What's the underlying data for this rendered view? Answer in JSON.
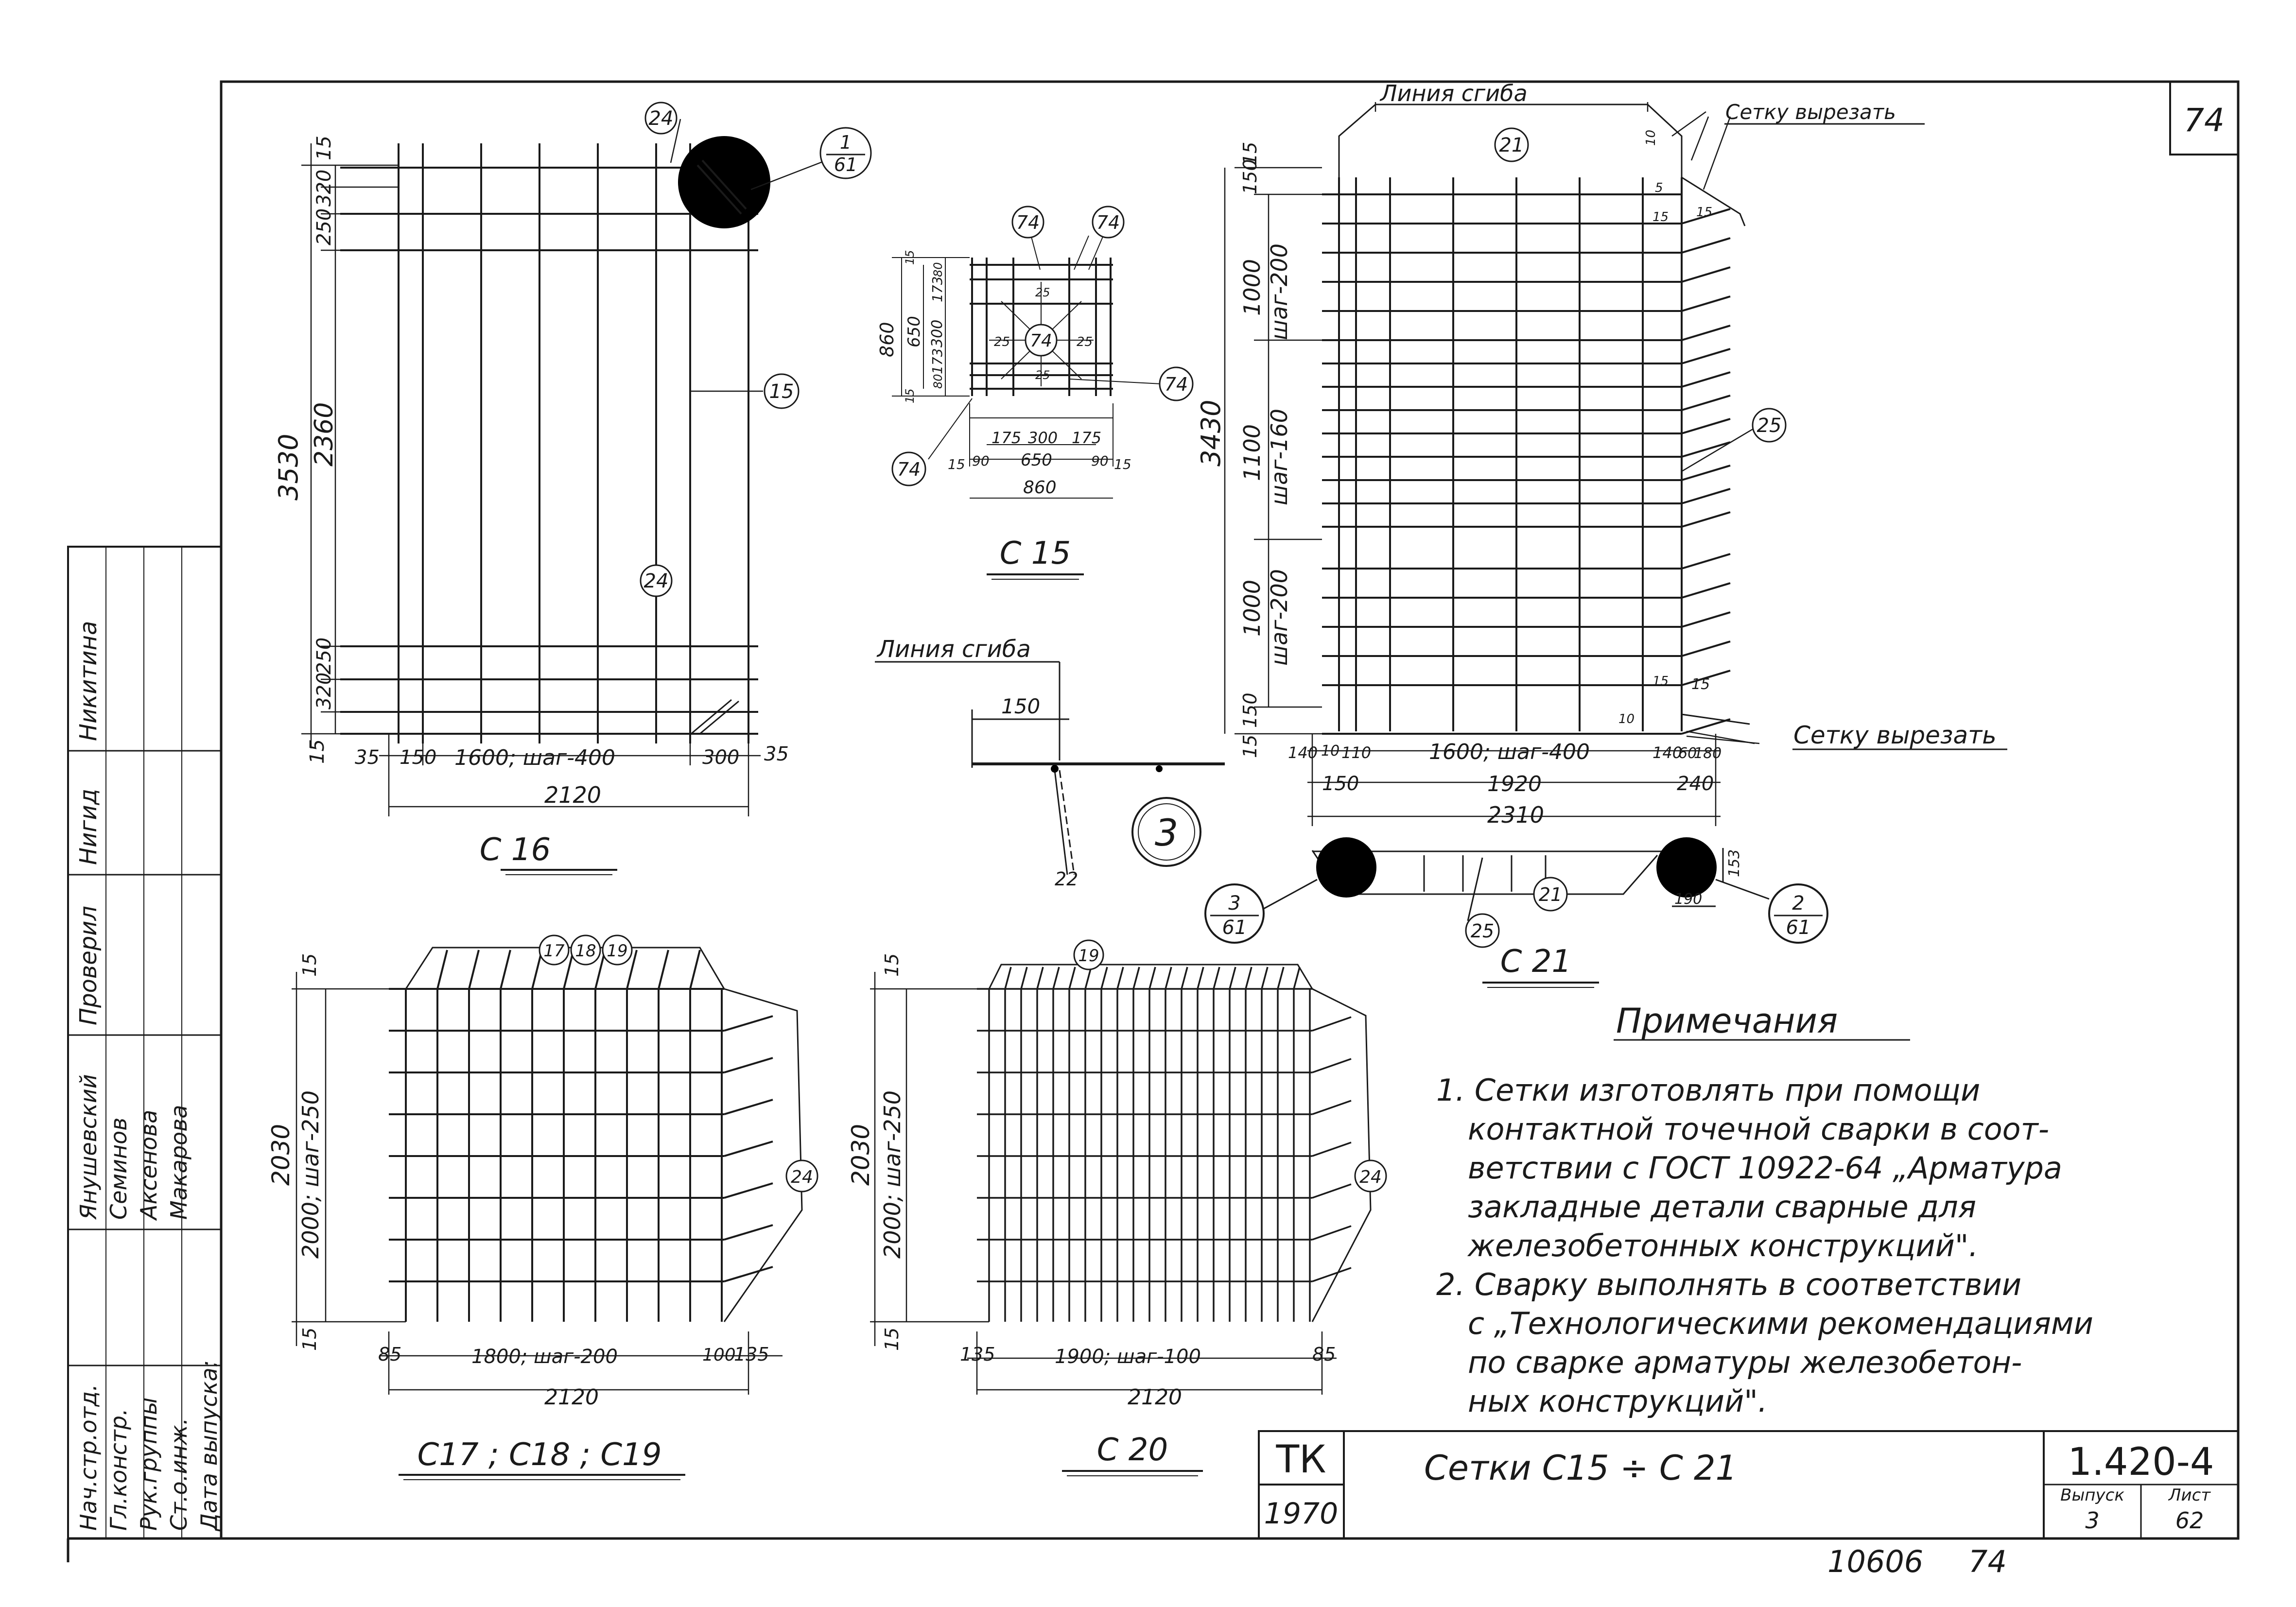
{
  "sheet": {
    "page_number": "74",
    "archive_number": "10606",
    "archive_page": "74"
  },
  "c16": {
    "title": "С 16",
    "dims_left": [
      "15",
      "320",
      "250",
      "2360",
      "250",
      "320",
      "15"
    ],
    "overall_height": "3530",
    "dims_bottom": [
      "35",
      "150",
      "1600; шаг-400",
      "300",
      "35"
    ],
    "overall_width": "2120",
    "callouts": [
      "24",
      "15",
      "24"
    ],
    "detail_ref": {
      "top": "1",
      "bottom": "61"
    }
  },
  "c15": {
    "title": "С 15",
    "callouts": [
      "74",
      "74",
      "74",
      "74",
      "74"
    ],
    "dims_left": [
      "15",
      "80",
      "173",
      "300",
      "173",
      "80",
      "15"
    ],
    "dims_mid": "650",
    "overall_height": "860",
    "dims_bottom": [
      "15",
      "90",
      "175",
      "300",
      "175",
      "90",
      "15"
    ],
    "dims_mid_bottom": "650",
    "overall_width": "860",
    "inner_labels": [
      "25",
      "25",
      "25",
      "25"
    ]
  },
  "bend": {
    "label": "Линия сгиба",
    "dim": "150",
    "callout_small": "22",
    "node": "3"
  },
  "c21": {
    "title": "С 21",
    "bend_label": "Линия сгиба",
    "cut_label_top": "Сетку вырезать",
    "cut_label_bottom": "Сетку вырезать",
    "callout_top": "21",
    "callout_side": "25",
    "dims_left": [
      "15",
      "150",
      "1000",
      "шаг-200",
      "1100",
      "шаг-160",
      "1000",
      "шаг-200",
      "150",
      "15"
    ],
    "overall_height": "3430",
    "dims_bottom": [
      "140",
      "10",
      "110",
      "1600; шаг-400",
      "140",
      "60",
      "180"
    ],
    "dims_bottom2": [
      "150",
      "1920",
      "240"
    ],
    "overall_width": "2310",
    "right_dims": [
      "10",
      "5",
      "15",
      "15",
      "15",
      "15",
      "10"
    ],
    "section_callouts": [
      "21",
      "25"
    ],
    "section_dims": [
      "153",
      "190"
    ],
    "detail_left": {
      "top": "3",
      "bottom": "61"
    },
    "detail_right": {
      "top": "2",
      "bottom": "61"
    }
  },
  "c17": {
    "title": "С17 ; С18 ; С19",
    "callouts": [
      "17",
      "18",
      "19",
      "24"
    ],
    "dims_left": [
      "15",
      "2000; шаг-250",
      "15"
    ],
    "overall_height": "2030",
    "dims_bottom": [
      "85",
      "1800; шаг-200",
      "100",
      "135"
    ],
    "overall_width": "2120"
  },
  "c20": {
    "title": "С 20",
    "callouts": [
      "19",
      "24"
    ],
    "dims_left": [
      "15",
      "2000; шаг-250",
      "15"
    ],
    "overall_height": "2030",
    "dims_bottom": [
      "135",
      "1900; шаг-100",
      "85"
    ],
    "overall_width": "2120"
  },
  "notes": {
    "title": "Примечания",
    "lines": [
      "1. Сетки изготовлять при помощи",
      "контактной точечной сварки в соот-",
      "ветствии с ГОСТ 10922-64 „Арматура",
      "закладные детали сварные для",
      "железобетонных конструкций\".",
      "2. Сварку выполнять в соответствии",
      "с „Технологическими рекомендациями",
      "по сварке арматуры железобетон-",
      "ных конструкций\"."
    ]
  },
  "titleblock": {
    "org": "ТК",
    "year": "1970",
    "name": "Сетки С15 ÷ С 21",
    "code": "1.420-4",
    "issue_label": "Выпуск",
    "issue": "3",
    "sheet_label": "Лист",
    "sheet": "62"
  },
  "sideblock": {
    "roles": [
      "Нач.стр.отд.",
      "Гл.констр.",
      "Рук.группы",
      "Ст.о.инж.",
      "Дата выпуска:"
    ],
    "names": [
      "Янушевский",
      "Семинов",
      "Аксенова",
      "Макарова"
    ],
    "checked_label": "Проверил",
    "checked_name1": "Нигид",
    "checked_name2": "Никитина"
  }
}
